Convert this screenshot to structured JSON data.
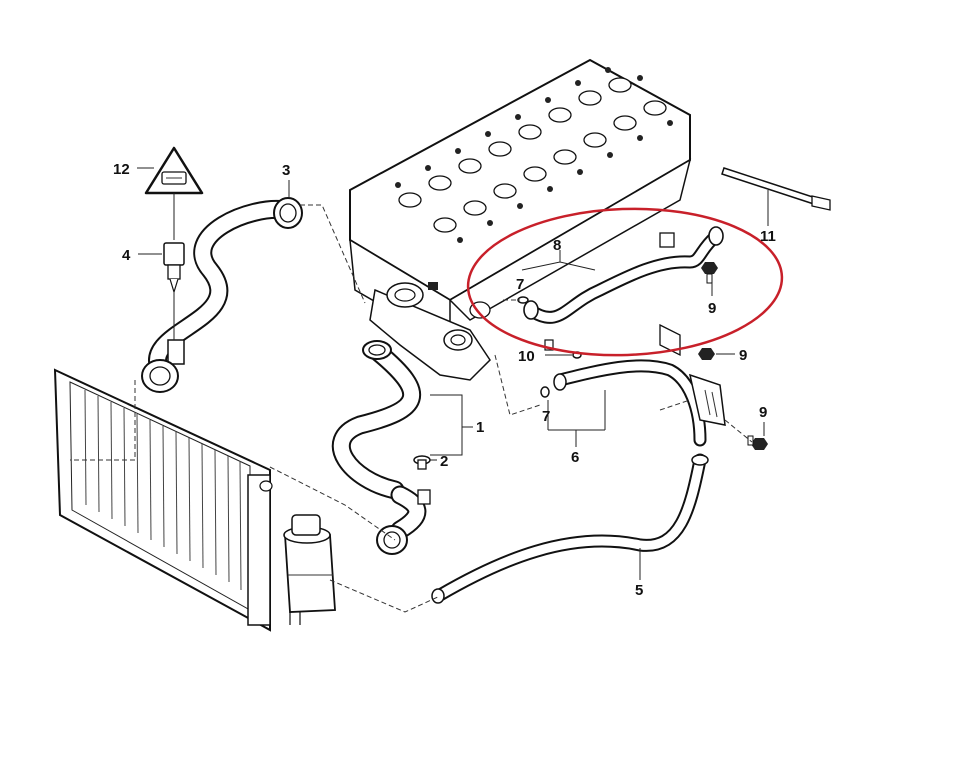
{
  "diagram": {
    "callouts": [
      {
        "id": "c1",
        "label": "1"
      },
      {
        "id": "c2",
        "label": "2"
      },
      {
        "id": "c3",
        "label": "3"
      },
      {
        "id": "c4",
        "label": "4"
      },
      {
        "id": "c5",
        "label": "5"
      },
      {
        "id": "c6",
        "label": "6"
      },
      {
        "id": "c7a",
        "label": "7"
      },
      {
        "id": "c7b",
        "label": "7"
      },
      {
        "id": "c8",
        "label": "8"
      },
      {
        "id": "c9a",
        "label": "9"
      },
      {
        "id": "c9b",
        "label": "9"
      },
      {
        "id": "c9c",
        "label": "9"
      },
      {
        "id": "c10",
        "label": "10"
      },
      {
        "id": "c11",
        "label": "11"
      },
      {
        "id": "c12",
        "label": "12"
      }
    ],
    "highlight_color": "#c8202a",
    "line_color": "#111111"
  }
}
